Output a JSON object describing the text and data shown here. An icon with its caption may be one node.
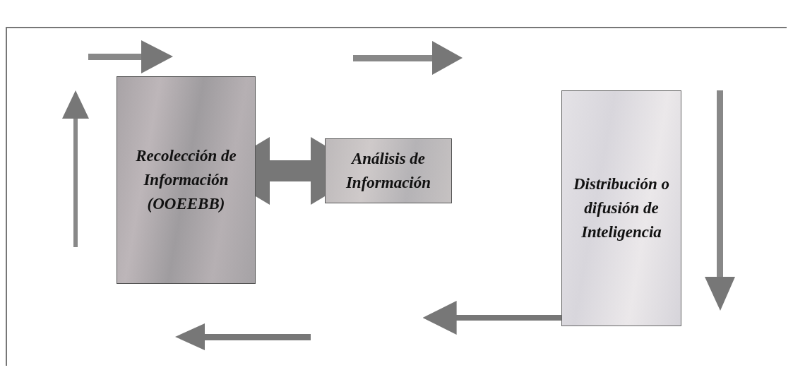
{
  "diagram": {
    "nodes": [
      {
        "text": [
          "Recolección de Información (OOEEBB)"
        ]
      },
      {
        "text": [
          "Análisis de Información"
        ]
      },
      {
        "text": [
          "Distribución o difusión de Inteligencia"
        ]
      }
    ],
    "edges": [
      {
        "from": 0,
        "to": 1,
        "arrow": "both",
        "style": "thick"
      },
      {
        "from": 2,
        "to": null,
        "arrow": "to"
      }
    ]
  }
}
